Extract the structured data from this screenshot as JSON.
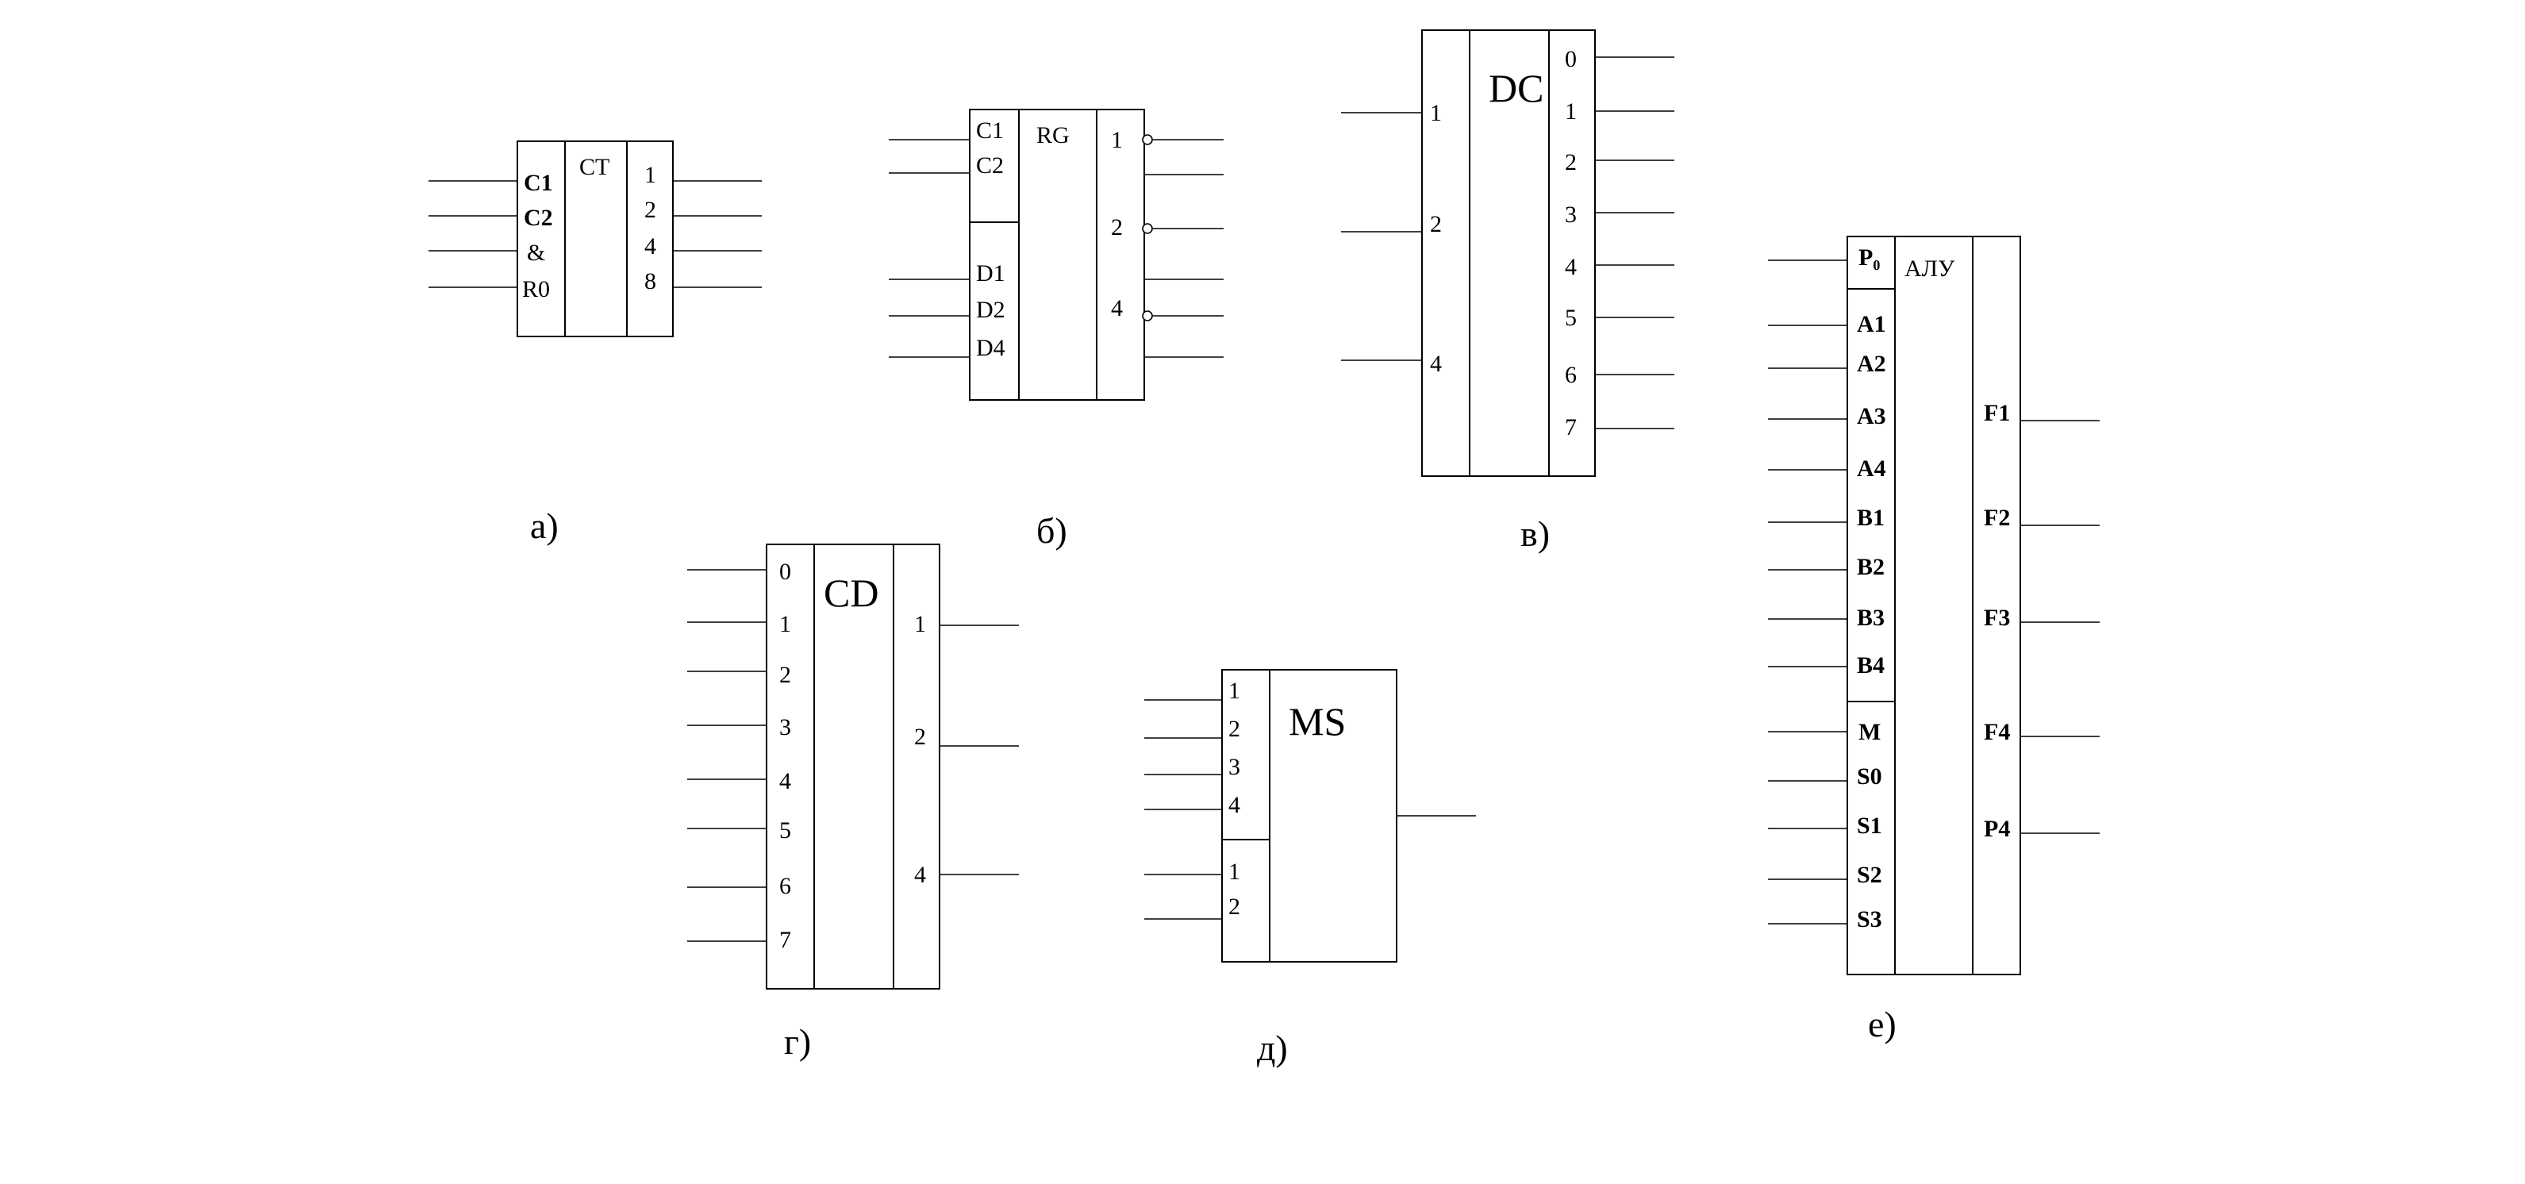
{
  "blocks": {
    "ct": {
      "title": "CT",
      "inputs": [
        "C1",
        "C2",
        "&",
        "R0"
      ],
      "outputs": [
        "1",
        "2",
        "4",
        "8"
      ],
      "caption": "а)"
    },
    "rg": {
      "title": "RG",
      "inputs_top": [
        "C1",
        "C2"
      ],
      "inputs_bottom": [
        "D1",
        "D2",
        "D4"
      ],
      "outputs": [
        "1",
        "2",
        "4"
      ],
      "caption": "б)"
    },
    "dc": {
      "title": "DC",
      "inputs": [
        "1",
        "2",
        "4"
      ],
      "outputs": [
        "0",
        "1",
        "2",
        "3",
        "4",
        "5",
        "6",
        "7"
      ],
      "caption": "в)"
    },
    "cd": {
      "title": "CD",
      "inputs": [
        "0",
        "1",
        "2",
        "3",
        "4",
        "5",
        "6",
        "7"
      ],
      "outputs": [
        "1",
        "2",
        "4"
      ],
      "caption": "г)"
    },
    "ms": {
      "title": "MS",
      "inputs_top": [
        "1",
        "2",
        "3",
        "4"
      ],
      "inputs_bottom": [
        "1",
        "2"
      ],
      "caption": "д)"
    },
    "alu": {
      "title": "АЛУ",
      "carry_in": "P₀",
      "inputs_a_b": [
        "A1",
        "A2",
        "A3",
        "A4",
        "B1",
        "B2",
        "B3",
        "B4"
      ],
      "inputs_ctrl": [
        "M",
        "S0",
        "S1",
        "S2",
        "S3"
      ],
      "outputs": [
        "F1",
        "F2",
        "F3",
        "F4",
        "P4"
      ],
      "caption": "е)"
    }
  }
}
